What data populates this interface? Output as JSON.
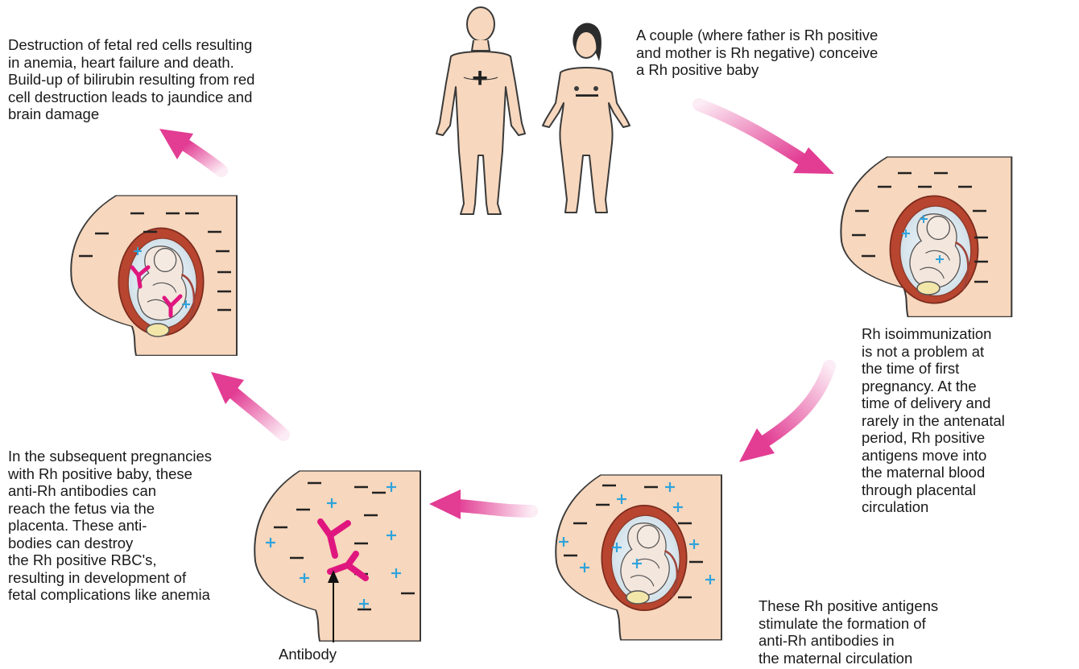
{
  "labels": {
    "destruction": "Destruction of fetal red cells resulting\nin anemia, heart failure and death.\nBuild-up of bilirubin resulting from red\ncell destruction leads to jaundice and\nbrain damage",
    "couple": "A couple (where father is Rh positive\nand mother is Rh negative) conceive\na Rh positive baby",
    "first_pregnancy": "Rh isoimmunization\nis not a problem at\nthe time of first\npregnancy. At the\ntime of delivery and\nrarely in the antenatal\nperiod, Rh positive\nantigens move into\nthe  maternal blood\nthrough placental\ncirculation",
    "antigens": "These Rh positive antigens\nstimulate the formation of\nanti-Rh antibodies in\nthe maternal circulation",
    "subsequent": "In the subsequent pregnancies\nwith Rh positive baby, these\nanti-Rh antibodies can\nreach the fetus via the\nplacenta. These anti-\nbodies can destroy\nthe Rh positive RBC's,\nresulting in development of\nfetal complications like anemia",
    "antibody": "Antibody"
  },
  "symbols": {
    "father_sign": "+",
    "mother_sign": "—"
  },
  "colors": {
    "skin": "#f7d7bd",
    "outline": "#3a3a3a",
    "arrow": "#e23c93",
    "antibody": "#e0167f",
    "positive_marker": "#2fa3dc",
    "uterus": "#b8452f"
  }
}
